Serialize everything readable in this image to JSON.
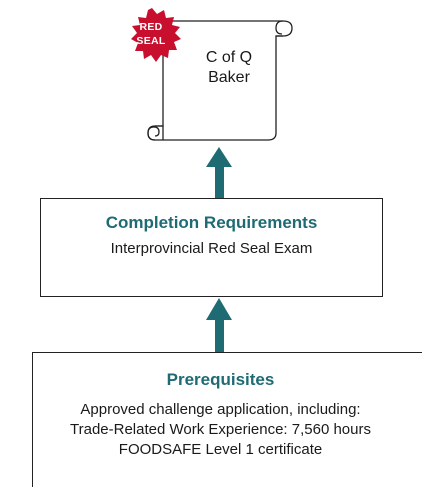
{
  "colors": {
    "accent": "#1e6b74",
    "arrow": "#1e6b74",
    "seal": "#c8102e",
    "border": "#222222"
  },
  "certificate": {
    "seal_line1": "RED",
    "seal_line2": "SEAL",
    "line1": "C of Q",
    "line2": "Baker"
  },
  "completion": {
    "title": "Completion Requirements",
    "line1": "Interprovincial Red Seal Exam"
  },
  "prerequisites": {
    "title": "Prerequisites",
    "lines": [
      "Approved challenge application, including:",
      "Trade-Related Work Experience: 7,560 hours",
      "FOODSAFE Level 1 certificate"
    ]
  }
}
